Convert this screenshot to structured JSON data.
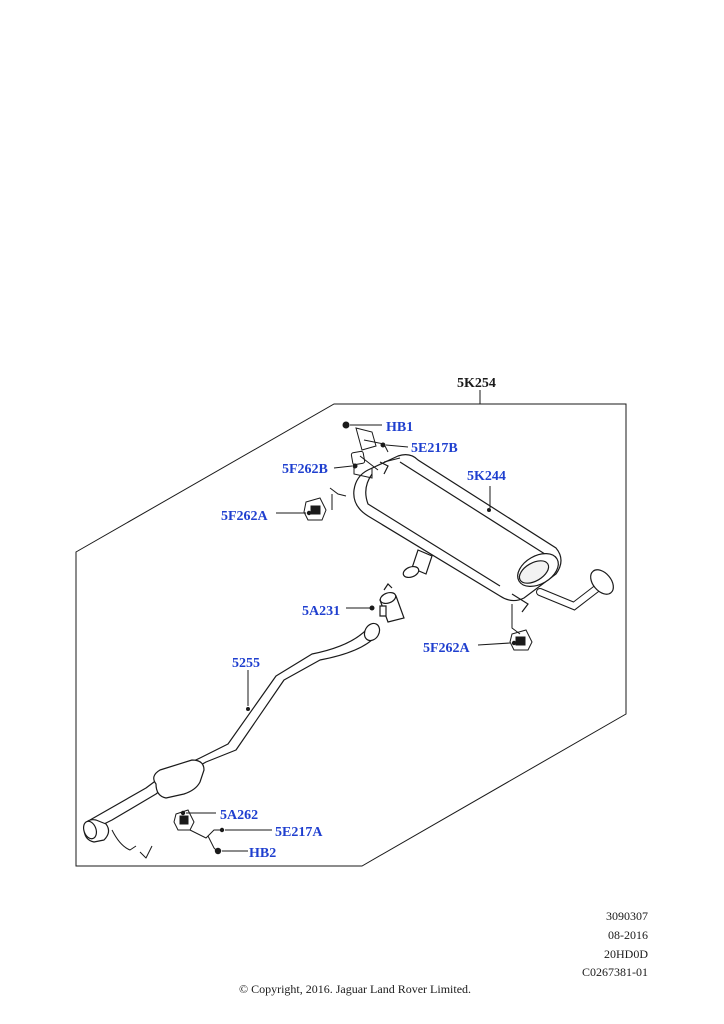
{
  "callouts": {
    "k254": "5K254",
    "hb1": "HB1",
    "e217b": "5E217B",
    "f262b": "5F262B",
    "k244": "5K244",
    "f262a_left": "5F262A",
    "a231": "5A231",
    "f262a_right": "5F262A",
    "p5255": "5255",
    "a262": "5A262",
    "e217a": "5E217A",
    "hb2": "HB2"
  },
  "meta": {
    "line1": "3090307",
    "line2": "08-2016",
    "line3": "20HD0D",
    "line4": "C0267381-01"
  },
  "copyright": "© Copyright, 2016. Jaguar Land Rover Limited.",
  "colors": {
    "callout_blue": "#1f3fcf",
    "line": "#1a1a1a"
  }
}
